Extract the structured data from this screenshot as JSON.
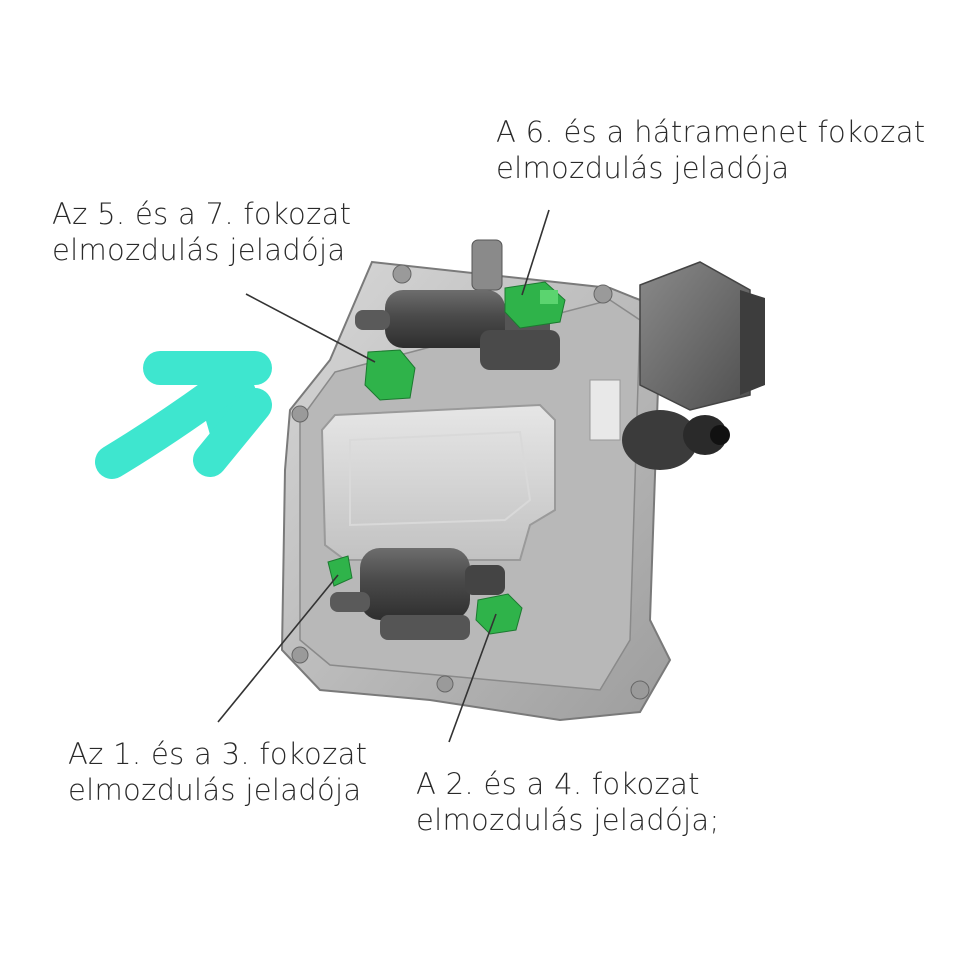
{
  "labels": {
    "gear_6_reverse": {
      "line1": "A 6. és a hátramenet  fokozat",
      "line2": "elmozdulás jeladója"
    },
    "gear_5_7": {
      "line1": "Az 5. és a 7. fokozat",
      "line2": "elmozdulás jeladója"
    },
    "gear_1_3": {
      "line1": "Az 1. és a 3. fokozat",
      "line2": "elmozdulás jeladója"
    },
    "gear_2_4": {
      "line1": "A 2. és a 4. fokozat",
      "line2": "elmozdulás jeladója;"
    }
  },
  "colors": {
    "sensor_green": "#2fb34a",
    "arrow_highlight": "#3ee6cf",
    "housing": "#c9c9c9",
    "housing_dark": "#6a6a6a",
    "leader_line": "#333333"
  }
}
